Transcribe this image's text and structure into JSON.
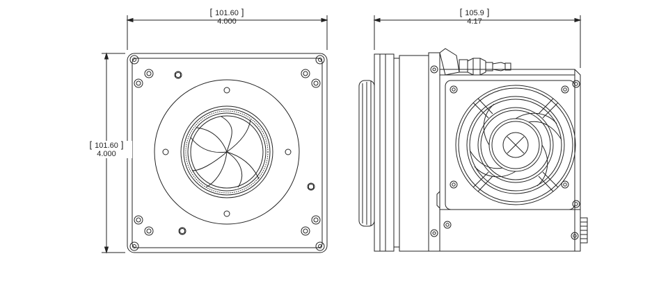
{
  "dimensions": {
    "front_width": {
      "mm": "101.60",
      "in": "4.000"
    },
    "front_height": {
      "mm": "101.60",
      "in": "4.000"
    },
    "side_depth": {
      "mm": "105.9",
      "in": "4.17"
    }
  },
  "colors": {
    "line": "#222222",
    "background": "#ffffff"
  }
}
